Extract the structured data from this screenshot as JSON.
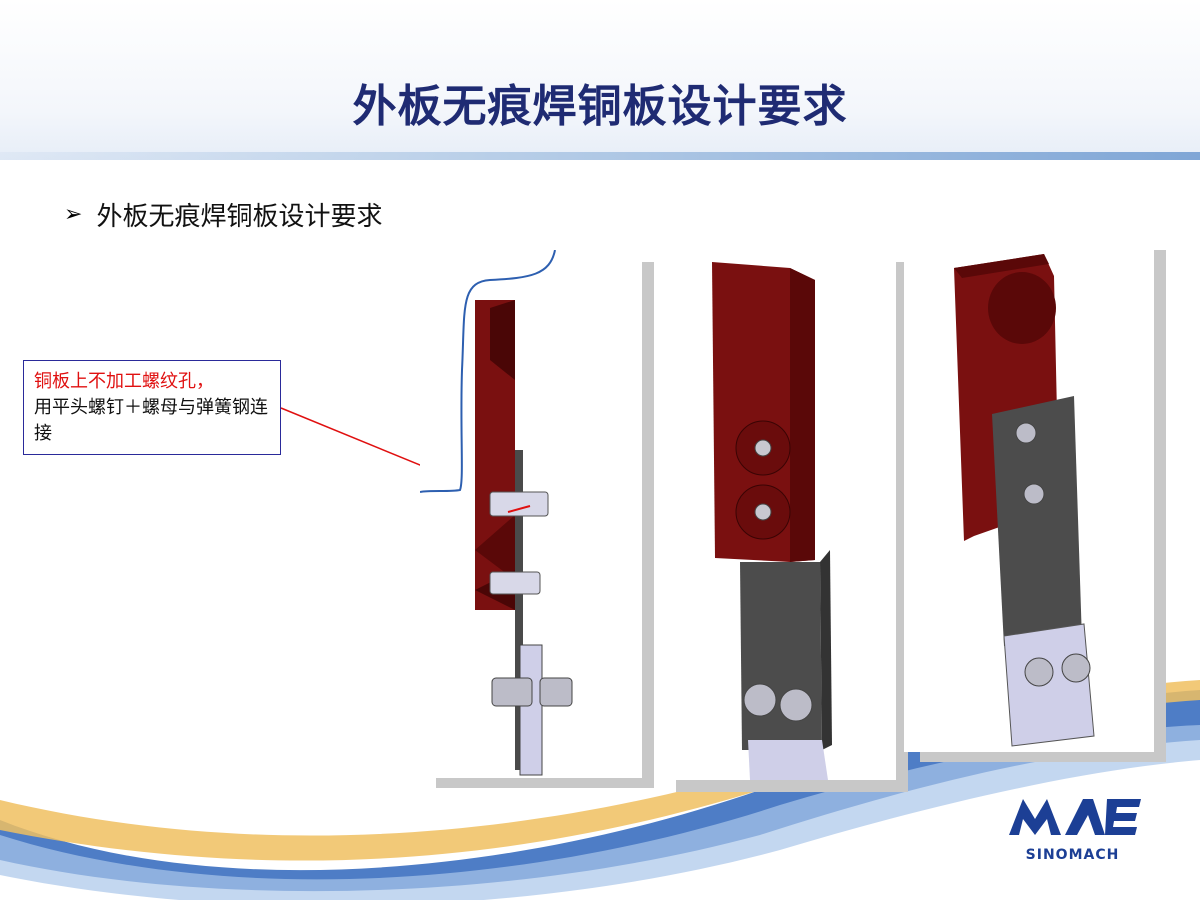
{
  "slide": {
    "title": "外板无痕焊铜板设计要求",
    "bullet_marker": "➢",
    "bullet_text": "外板无痕焊铜板设计要求"
  },
  "callout": {
    "line_red": "铜板上不加工螺纹孔，",
    "line_black": "用平头螺钉＋螺母与弹簧钢连接"
  },
  "logo": {
    "text": "SINOMACH",
    "mark": "MAE"
  },
  "colors": {
    "title": "#1f2b73",
    "callout_border": "#2a2a9a",
    "callout_red": "#e01010",
    "copper": "#7a1010",
    "steel": "#4a4a4a"
  }
}
